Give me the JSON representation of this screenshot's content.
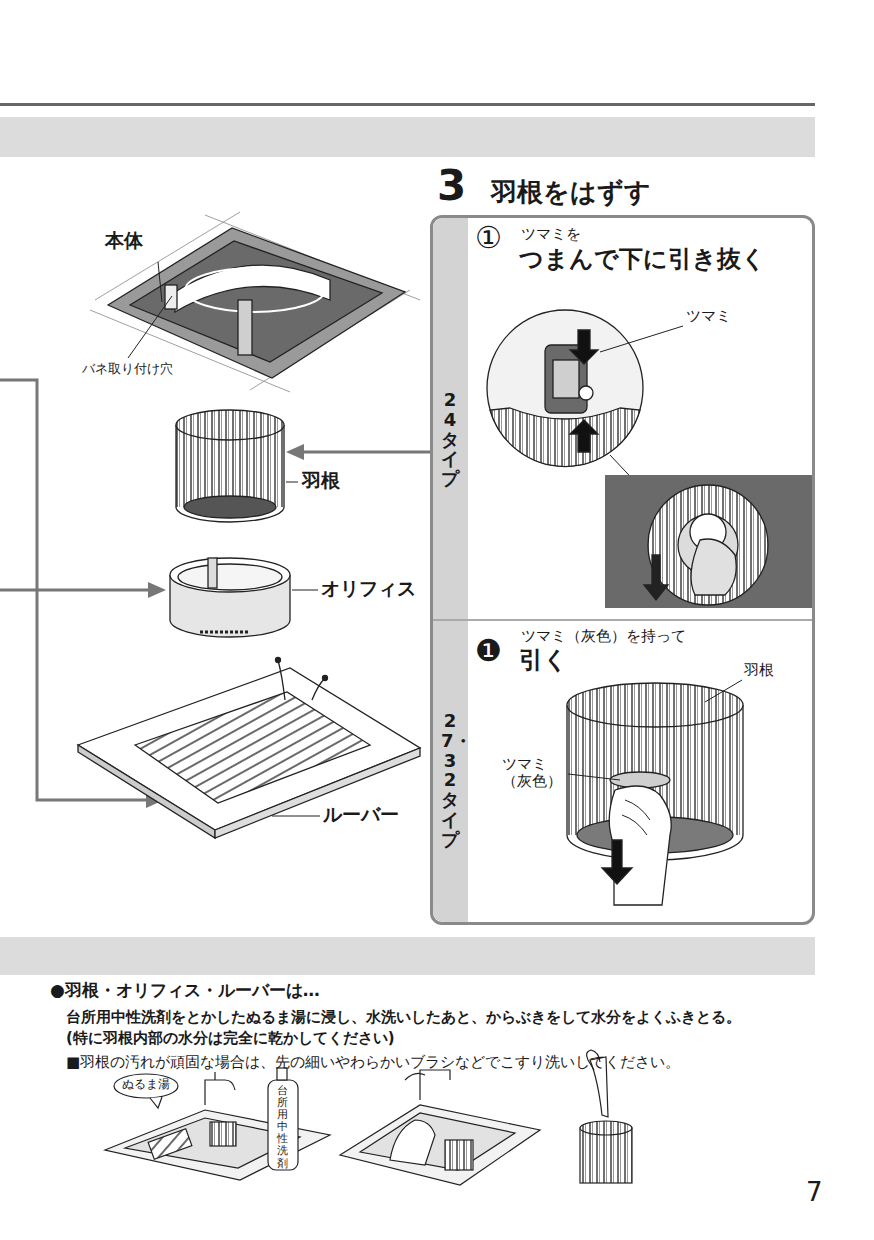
{
  "diagram": {
    "nodes": [
      {
        "text": [
          "3",
          "羽根をはずす"
        ]
      },
      {
        "text": [
          "24タイプ",
          "ツマミを",
          "つまんで下に引き抜く"
        ],
        "in": 0
      },
      {
        "text": [
          "27・32タイプ",
          "ツマミ（灰色）を持って",
          "引く"
        ],
        "in": 0
      }
    ],
    "labels": [
      "本体",
      "バネ取り付け穴",
      "羽根",
      "オリフィス",
      "ルーバー",
      "①",
      "ツマミ",
      "❶",
      "羽根",
      "ツマミ （灰色）",
      "●羽根・オリフィス・ルーバーは…",
      "台所用中性洗剤をとかしたぬるま湯に浸し、水洗いしたあと、からぶきをして水分をよくふきとる。",
      "(特に羽根内部の水分は完全に乾かしてください)",
      "■羽根の汚れが頑固な場合は、先の細いやわらかいブラシなどでこすり洗いしてください。",
      "ぬるま湯",
      "台所用中性洗剤",
      "7"
    ]
  }
}
